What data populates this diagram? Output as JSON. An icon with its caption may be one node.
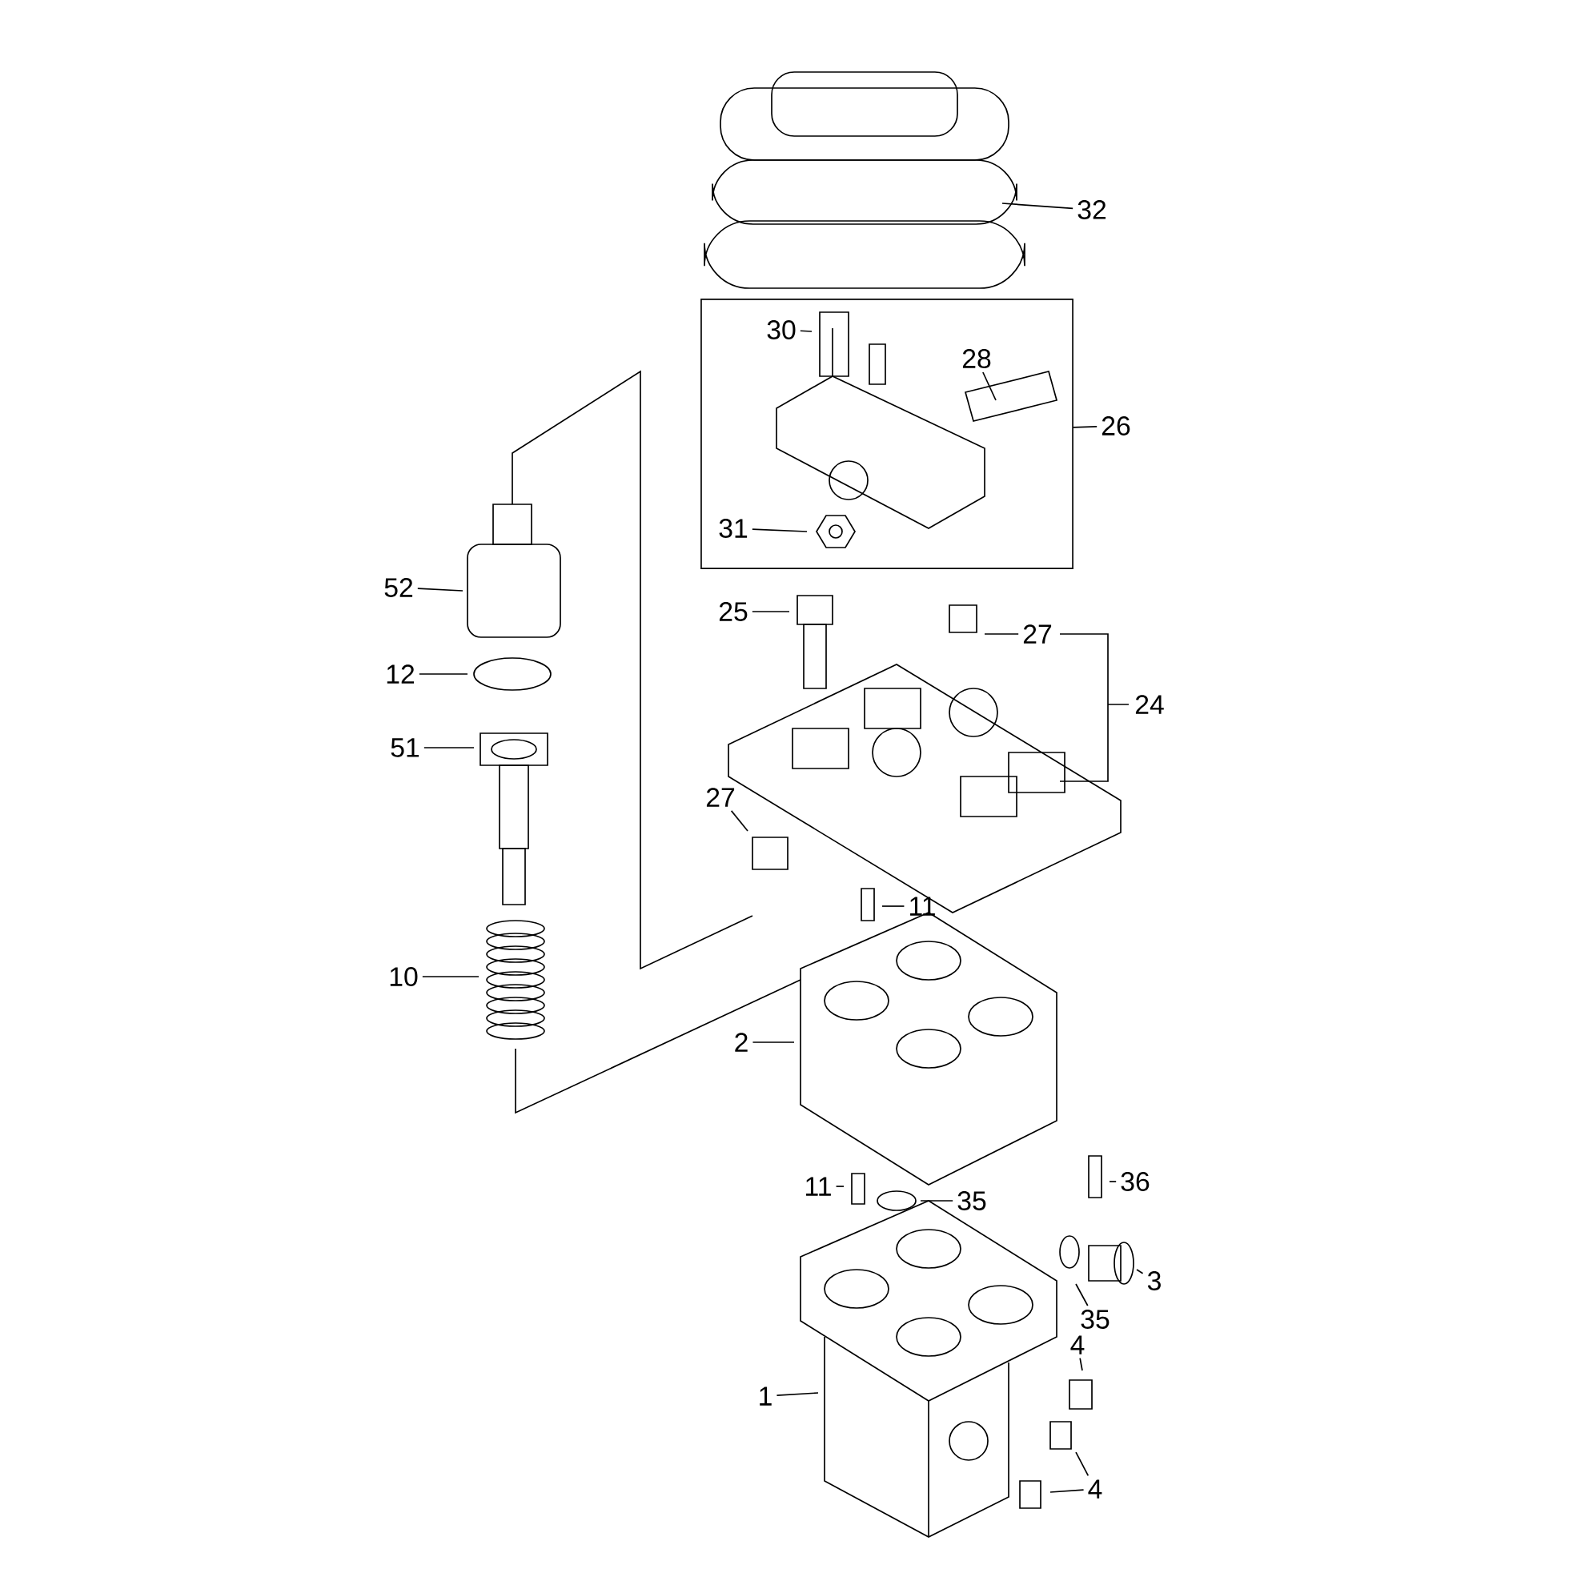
{
  "diagram": {
    "nodes": [
      {
        "text": [
          "32"
        ]
      },
      {
        "text": [],
        "shape": "box"
      },
      {
        "text": [
          "30"
        ],
        "in": 1
      },
      {
        "text": [
          "28"
        ],
        "in": 1
      },
      {
        "text": [
          "26"
        ]
      },
      {
        "text": [
          "31"
        ],
        "in": 1
      },
      {
        "text": [
          "52"
        ]
      },
      {
        "text": [
          "25"
        ]
      },
      {
        "text": [
          "27"
        ]
      },
      {
        "text": [
          "24"
        ]
      },
      {
        "text": [
          "12"
        ]
      },
      {
        "text": [
          "51"
        ]
      },
      {
        "text": [
          "27"
        ]
      },
      {
        "text": [
          "11"
        ]
      },
      {
        "text": [
          "10"
        ]
      },
      {
        "text": [
          "2"
        ]
      },
      {
        "text": [
          "11"
        ]
      },
      {
        "text": [
          "35"
        ]
      },
      {
        "text": [
          "36"
        ]
      },
      {
        "text": [
          "3"
        ]
      },
      {
        "text": [
          "35"
        ]
      },
      {
        "text": [
          "4"
        ]
      },
      {
        "text": [
          "1"
        ]
      },
      {
        "text": [
          "4"
        ]
      }
    ],
    "edges": [
      {
        "from": 0,
        "to": null,
        "arrow": "none"
      },
      {
        "from": 2,
        "to": null,
        "arrow": "none"
      },
      {
        "from": 3,
        "to": null,
        "arrow": "none"
      },
      {
        "from": 4,
        "to": 1,
        "arrow": "none"
      },
      {
        "from": 5,
        "to": null,
        "arrow": "none"
      },
      {
        "from": 6,
        "to": null,
        "arrow": "none"
      },
      {
        "from": 7,
        "to": null,
        "arrow": "none"
      },
      {
        "from": 8,
        "to": null,
        "arrow": "none"
      },
      {
        "from": 10,
        "to": null,
        "arrow": "none"
      },
      {
        "from": 11,
        "to": null,
        "arrow": "none"
      },
      {
        "from": 12,
        "to": null,
        "arrow": "none"
      },
      {
        "from": 13,
        "to": null,
        "arrow": "none"
      },
      {
        "from": 14,
        "to": null,
        "arrow": "none"
      },
      {
        "from": 15,
        "to": null,
        "arrow": "none"
      },
      {
        "from": 16,
        "to": null,
        "arrow": "none"
      },
      {
        "from": 17,
        "to": null,
        "arrow": "none"
      },
      {
        "from": 18,
        "to": null,
        "arrow": "none"
      },
      {
        "from": 19,
        "to": null,
        "arrow": "none"
      },
      {
        "from": 20,
        "to": null,
        "arrow": "none"
      },
      {
        "from": 21,
        "to": null,
        "arrow": "none"
      },
      {
        "from": 22,
        "to": null,
        "arrow": "none"
      },
      {
        "from": 23,
        "to": null,
        "arrow": "none"
      },
      {
        "from": 23,
        "to": null,
        "arrow": "none"
      }
    ]
  }
}
